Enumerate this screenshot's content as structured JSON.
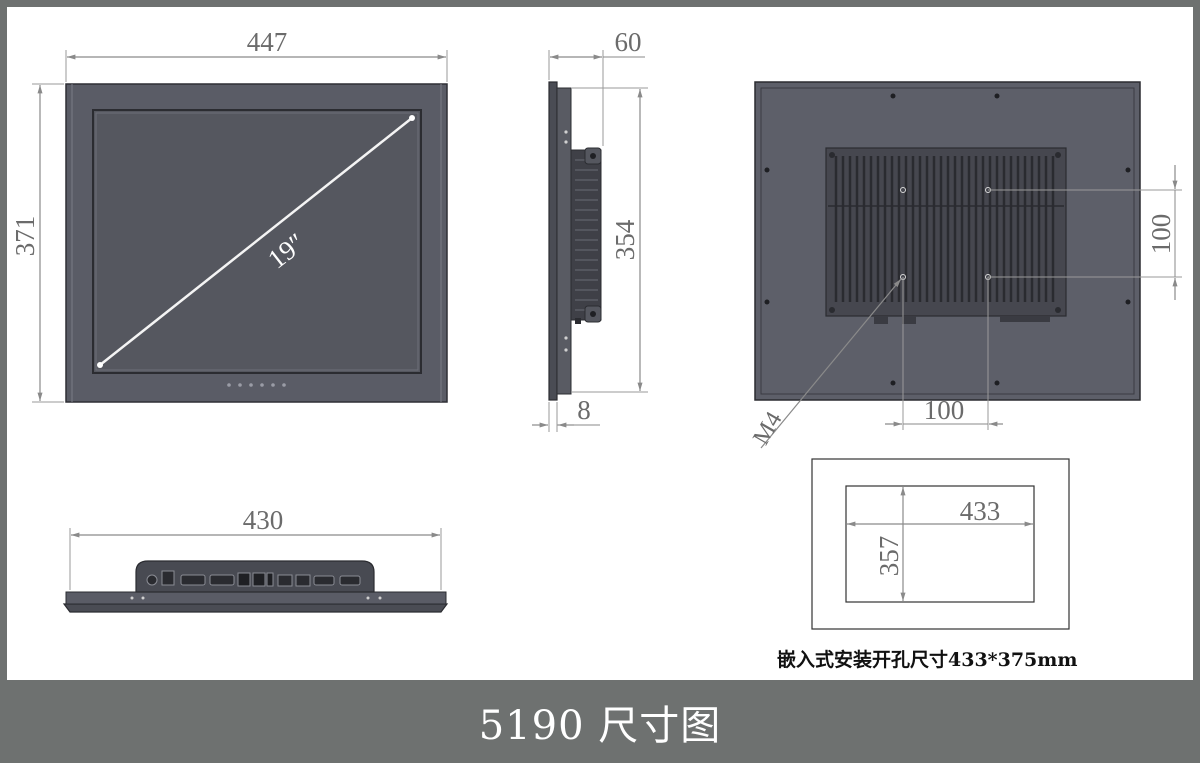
{
  "diagram": {
    "front_view": {
      "width": "447",
      "height": "371",
      "diagonal": "19″"
    },
    "side_view": {
      "depth": "60",
      "height": "354",
      "bezel": "8"
    },
    "rear_view": {
      "vesa_vertical": "100",
      "vesa_horizontal": "100",
      "screw": "M4"
    },
    "bottom_view": {
      "width": "430"
    },
    "cutout": {
      "width": "433",
      "height": "357",
      "caption": "嵌入式安装开孔尺寸433*375mm"
    }
  },
  "footer": {
    "title": "5190 尺寸图"
  },
  "colors": {
    "panel": "#5a5c66",
    "panel_dark": "#3c3d44",
    "dimension": "#8a8a8a",
    "footer_bg": "#6e7170"
  }
}
